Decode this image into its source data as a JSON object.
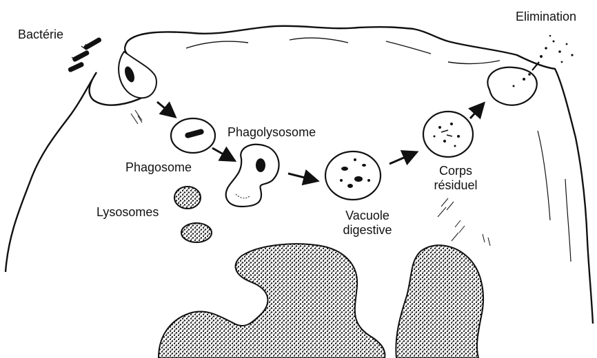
{
  "labels": {
    "bacterie": "Bactérie",
    "elimination": "Elimination",
    "phagolysosome": "Phagolysosome",
    "phagosome": "Phagosome",
    "lysosomes": "Lysosomes",
    "vacuole_line1": "Vacuole",
    "vacuole_line2": "digestive",
    "corps_line1": "Corps",
    "corps_line2": "résiduel"
  }
}
